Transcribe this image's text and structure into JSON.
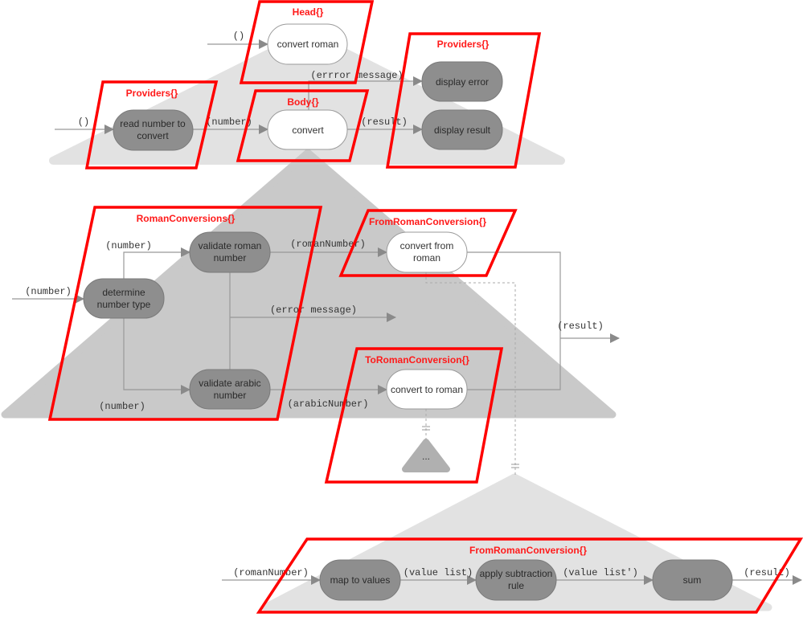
{
  "colors": {
    "scope": "#ff0000",
    "node_gray": "#8e8e8e",
    "node_white": "#ffffff",
    "tree_light": "#e2e2e2",
    "tree_mid": "#c9c9c9"
  },
  "scopes": {
    "head": "Head{}",
    "providers_left": "Providers{}",
    "body": "Body{}",
    "providers_right": "Providers{}",
    "roman_conversions": "RomanConversions{}",
    "from_roman_mid": "FromRomanConversion{}",
    "to_roman": "ToRomanConversion{}",
    "from_roman_bottom": "FromRomanConversion{}"
  },
  "nodes": {
    "convert_roman": "convert roman",
    "read_number": [
      "read number to",
      "convert"
    ],
    "convert": "convert",
    "display_error": "display error",
    "display_result": "display result",
    "validate_roman": [
      "validate roman",
      "number"
    ],
    "determine_type": [
      "determine",
      "number type"
    ],
    "validate_arabic": [
      "validate arabic",
      "number"
    ],
    "convert_from_roman": [
      "convert from",
      "roman"
    ],
    "convert_to_roman": "convert to roman",
    "ellipsis": "...",
    "map_to_values": "map to values",
    "apply_subtraction": [
      "apply subtraction",
      "rule"
    ],
    "sum": "sum"
  },
  "edges": {
    "head_in": "()",
    "providers_in": "()",
    "number_top": "(number)",
    "result_top": "(result)",
    "error_top": "(errror message)",
    "number_in": "(number)",
    "number_upper": "(number)",
    "number_lower": "(number)",
    "roman_number": "(romanNumber)",
    "error_mid": "(error message)",
    "arabic_number": "(arabicNumber)",
    "result_mid": "(result)",
    "roman_number_bottom": "(romanNumber)",
    "value_list": "(value list)",
    "value_list_prime": "(value list')",
    "result_bottom": "(result)"
  }
}
